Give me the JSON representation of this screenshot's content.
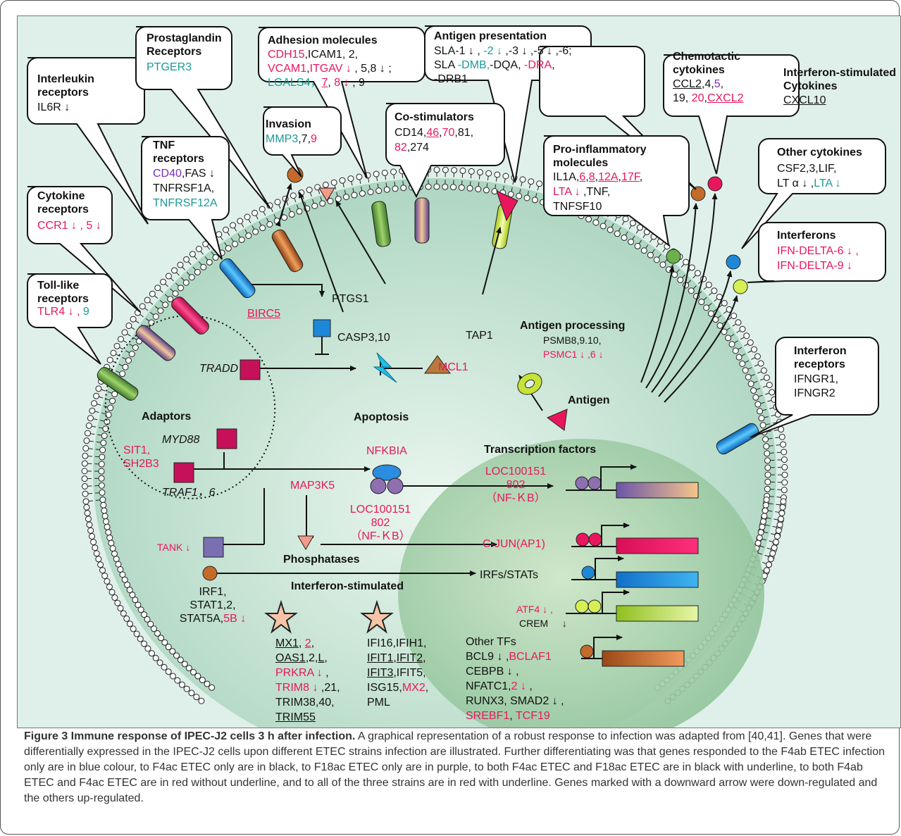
{
  "boxes": {
    "interleukin": {
      "title": "Interleukin receptors",
      "title_l1": "Interleukin",
      "title_l2": "receptors",
      "genes": "IL6R ↓"
    },
    "prostaglandin": {
      "title_l1": "Prostaglandin",
      "title_l2": "Receptors",
      "genes": "PTGER3"
    },
    "adhesion": {
      "title": "Adhesion molecules",
      "l1": [
        "CDH15",
        ",ICAM1, 2,"
      ],
      "l2": [
        "VCAM1",
        ",",
        "ITGAV ↓",
        " , 5,8 ↓ ;"
      ],
      "l3": [
        "LGALS4，",
        "7",
        ", ",
        "8 ↓",
        " , 9"
      ]
    },
    "antigen_presentation": {
      "title": "Antigen presentation",
      "l1": [
        "SLA-1 ↓ , ",
        "-2 ↓",
        " ,-3 ↓ ,-5 ↓ ,-6;"
      ],
      "l2": [
        "SLA ",
        "-DMB,",
        "-DQA, ",
        "-DRA",
        ","
      ],
      "l3": "-DRB1"
    },
    "chemotactic": {
      "title_l1": "Chemotactic",
      "title_l2": "cytokines",
      "l1": [
        "CCL2",
        ",4,",
        "5",
        ","
      ],
      "l2": [
        "19, ",
        "20",
        ",",
        "CXCL2"
      ]
    },
    "ifn_stim_cytokines": {
      "title_l1": "Interferon-stimulated",
      "title_l2": "Cytokines",
      "genes": "CXCL10"
    },
    "invasion": {
      "title": "Invasion",
      "genes": [
        "MMP3",
        ",7,",
        "9"
      ]
    },
    "costim": {
      "title": "Co-stimulators",
      "l1": [
        "CD14,",
        "46",
        ",",
        "70",
        ",81,"
      ],
      "l2": [
        "82",
        ",274"
      ]
    },
    "tnf": {
      "title_l1": "TNF",
      "title_l2": "receptors",
      "l1": [
        "CD40",
        ",FAS ↓"
      ],
      "l2": "TNFRSF1A,",
      "l3": "TNFRSF12A"
    },
    "cytokine_receptors": {
      "title_l1": "Cytokine",
      "title_l2": "receptors",
      "genes": "CCR1 ↓ , 5 ↓"
    },
    "toll": {
      "title_l1": "Toll-like",
      "title_l2": "receptors",
      "genes": [
        "TLR4 ↓ , ",
        "9"
      ]
    },
    "proinflammatory": {
      "title_l1": "Pro-inflammatory",
      "title_l2": "molecules",
      "l1": [
        "IL1A,",
        "6",
        ",",
        "8",
        ",",
        "12A",
        ",",
        "17F",
        ","
      ],
      "l2": [
        "LTA ↓",
        " ,TNF,"
      ],
      "l3": "TNFSF10"
    },
    "other_cytokines": {
      "title": "Other cytokines",
      "l1": "CSF2,3,LIF,",
      "l2": [
        "LT α ↓ ,",
        "LTA ↓"
      ]
    },
    "interferons": {
      "title": "Interferons",
      "l1": "IFN-DELTA-6 ↓ ,",
      "l2": "IFN-DELTA-9 ↓"
    },
    "ifn_receptors": {
      "title_l1": "Interferon",
      "title_l2": "receptors",
      "l1": "IFNGR1,",
      "l2": "IFNGR2"
    }
  },
  "inside": {
    "ptgs1": "PTGS1",
    "birc5": "BIRC5",
    "casp": "CASP3,10",
    "tradd": "TRADD",
    "mcl1": "MCL1",
    "apoptosis": "Apoptosis",
    "tap1": "TAP1",
    "antigen_processing": "Antigen processing",
    "psmb": "PSMB8,9.10,",
    "psmc": "PSMC1 ↓ ,6 ↓",
    "antigen": "Antigen",
    "adaptors": "Adaptors",
    "myd88": "MYD88",
    "sit1": "SIT1,",
    "sh2b3": "SH2B3",
    "traf": "TRAF1，6",
    "nfkbia": "NFKBIA",
    "map3k5": "MAP3K5",
    "loc_l1": "LOC100151",
    "loc_l2": "802",
    "nfkb": "（NF-ＫB）",
    "tank": "TANK ↓",
    "phosphatases": "Phosphatases",
    "irf1": "IRF1,",
    "stat12": "STAT1,2,",
    "stat5a": "STAT5A,",
    "stat5b": "5B ↓",
    "ifn_stimulated": "Interferon-stimulated",
    "isg1": {
      "l1": [
        "MX1",
        ", ",
        "2",
        ","
      ],
      "l2": [
        "OAS1",
        ",2,",
        "L",
        ","
      ],
      "l3": [
        "PRKRA ↓",
        " ,"
      ],
      "l4": [
        "TRIM8 ↓",
        " ,21,"
      ],
      "l5": "TRIM38,40,",
      "l6": "TRIM55"
    },
    "isg2": {
      "l1": "IFI16,IFIH1,",
      "l2": [
        "IFIT1",
        ",",
        "IFIT2",
        ","
      ],
      "l3": [
        "IFIT3",
        ",IFIT5,"
      ],
      "l4": [
        "ISG15,",
        "MX2",
        ","
      ],
      "l5": "PML"
    },
    "tf_title": "Transcription factors",
    "tf_loc_l1": "LOC100151",
    "tf_loc_l2": "802",
    "tf_nfkb": "（NF-ＫB）",
    "cjun": "C-JUN(AP1)",
    "irfs": "IRFs/STATs",
    "atf4": "ATF4 ↓ ,",
    "crem": "CREM",
    "crem_arrow": "↓",
    "other_tfs": "Other TFs",
    "bcl9": [
      "BCL9 ↓ ,",
      "BCLAF1"
    ],
    "cebpb": "CEBPB ↓ ,",
    "nfatc": [
      "NFATC1,",
      "2 ↓",
      " ,"
    ],
    "runx": "RUNX3, SMAD2 ↓ ,",
    "srebf": [
      "SREBF1",
      ", ",
      "TCF19"
    ]
  },
  "caption": {
    "title": "Figure 3 Immune response of IPEC-J2 cells 3 h after infection.",
    "body": " A graphical representation of a robust response to infection was adapted from [40,41]. Genes that were differentially expressed in the IPEC-J2 cells upon different ETEC strains infection are illustrated. Further differentiating was that genes responded to the F4ab ETEC infection only are in blue colour, to F4ac ETEC only are in black, to F18ac ETEC only are in purple, to both F4ac ETEC and F18ac ETEC are in black with underline, to both F4ab ETEC and F4ac ETEC are in red without underline, and to all of the three strains are in red with underline. Genes marked with a downward arrow were down-regulated and the others up-regulated."
  },
  "colors": {
    "red": "#e8175d",
    "blue": "#1a9a96",
    "purple": "#7a2bbd",
    "cell": "#bfe0cf",
    "panel": "#dff0ea"
  }
}
